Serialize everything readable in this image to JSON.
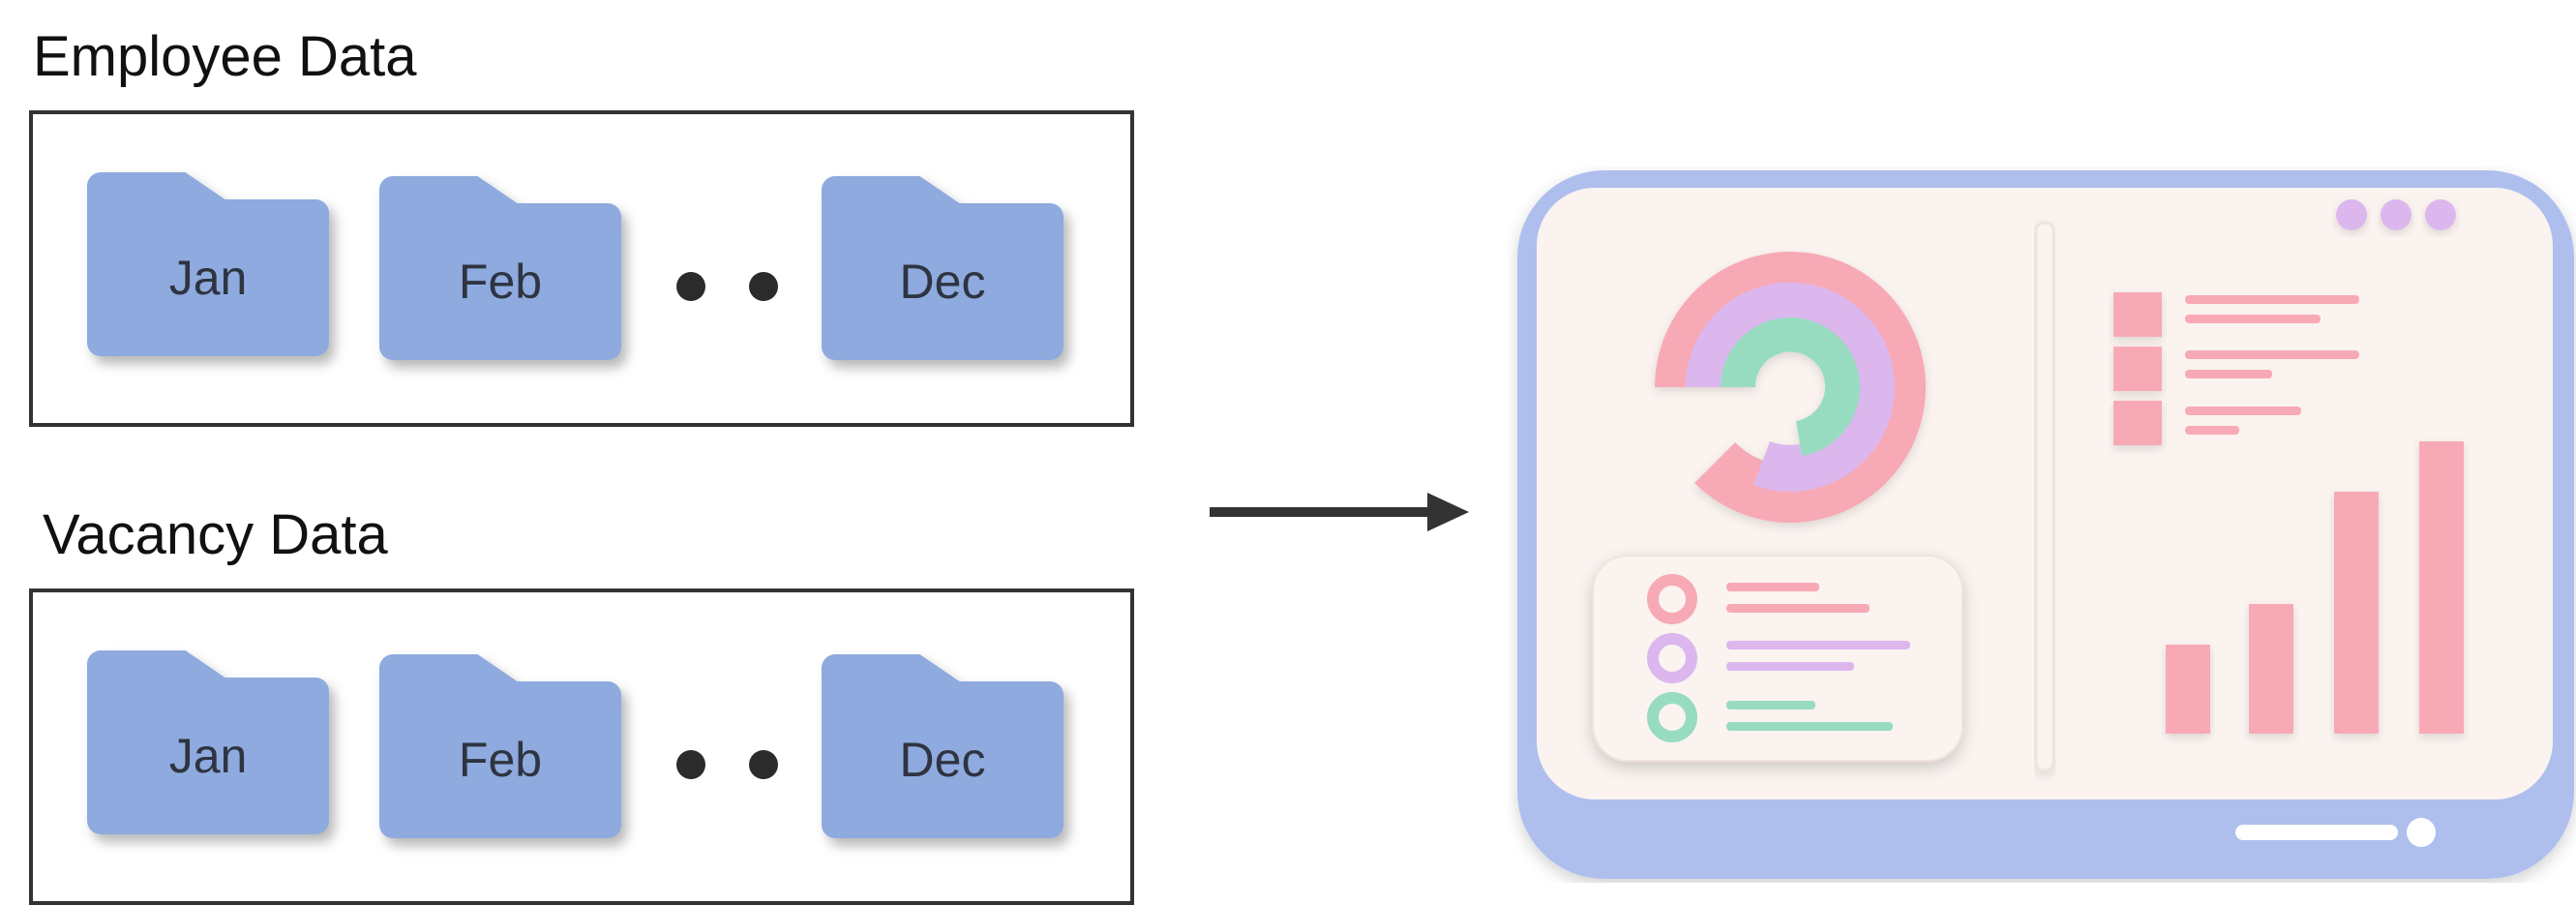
{
  "employee": {
    "title": "Employee Data",
    "folders": [
      "Jan",
      "Feb",
      "Dec"
    ]
  },
  "vacancy": {
    "title": "Vacancy Data",
    "folders": [
      "Jan",
      "Feb",
      "Dec"
    ]
  },
  "colors": {
    "folder": "#8eaadf",
    "arrow": "#333333",
    "dashboard_frame": "#aebfee",
    "dashboard_screen": "#fbf3ef",
    "pink": "#f7aab6",
    "lavender": "#dcb7ee",
    "mint": "#97dcc0"
  },
  "icons": [
    "folder-icon",
    "ellipsis-dots",
    "arrow-right-icon",
    "dashboard-illustration"
  ]
}
